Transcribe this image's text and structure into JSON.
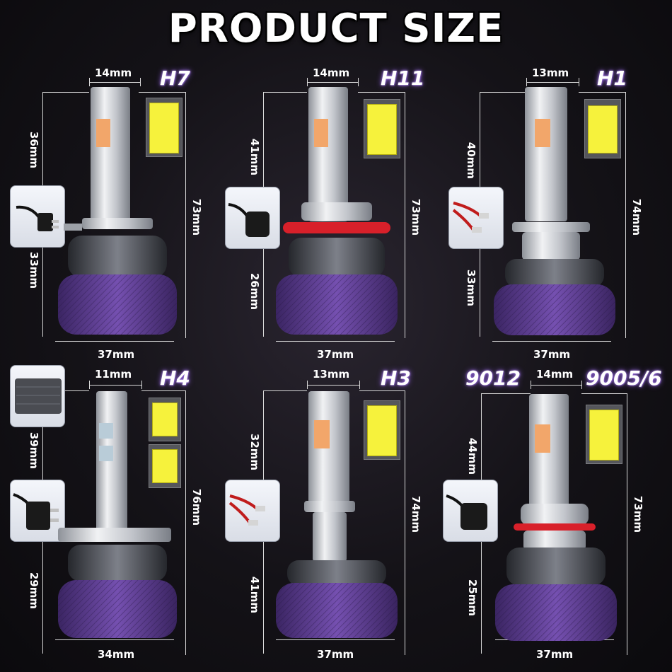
{
  "title": "PRODUCT SIZE",
  "bulbs": [
    {
      "model": "H7",
      "top_width": "14mm",
      "upper_height": "36mm",
      "lower_height": "33mm",
      "total_height": "73mm",
      "base_width": "37mm"
    },
    {
      "model": "H11",
      "top_width": "14mm",
      "upper_height": "41mm",
      "lower_height": "26mm",
      "total_height": "73mm",
      "base_width": "37mm"
    },
    {
      "model": "H1",
      "top_width": "13mm",
      "upper_height": "40mm",
      "lower_height": "33mm",
      "total_height": "74mm",
      "base_width": "37mm"
    },
    {
      "model": "H4",
      "top_width": "11mm",
      "upper_height": "39mm",
      "lower_height": "29mm",
      "total_height": "76mm",
      "base_width": "34mm"
    },
    {
      "model": "H3",
      "top_width": "13mm",
      "upper_height": "32mm",
      "lower_height": "41mm",
      "total_height": "74mm",
      "base_width": "37mm"
    },
    {
      "model": "9005/6",
      "model_alt": "9012",
      "top_width": "14mm",
      "upper_height": "44mm",
      "lower_height": "25mm",
      "total_height": "73mm",
      "base_width": "37mm"
    }
  ],
  "colors": {
    "base_purple": "#5a3a8a",
    "ring_red": "#d8202a",
    "led_yellow": "#f6f23c",
    "heatsink": "#3a3d44",
    "body_silver": "#c9ccd2"
  }
}
